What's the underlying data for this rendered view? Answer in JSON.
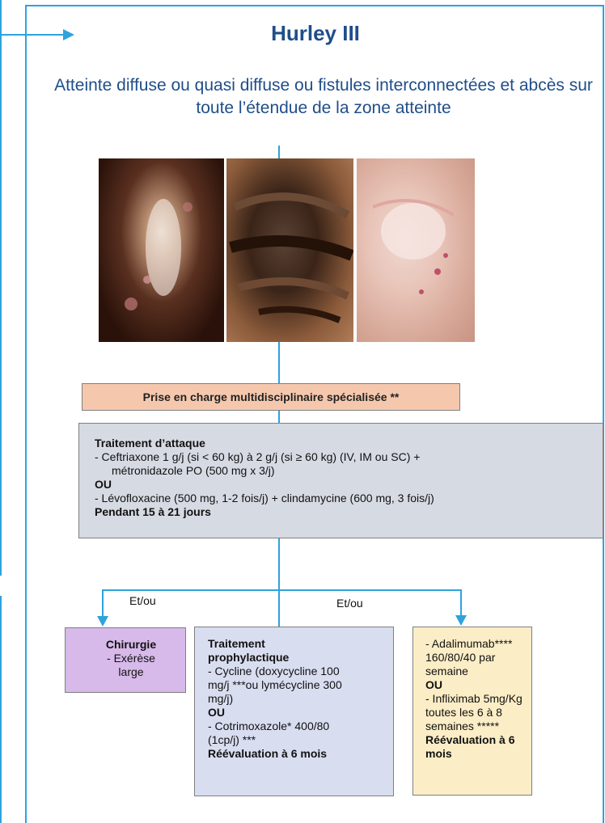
{
  "title": "Hurley III",
  "subtitle": "Atteinte diffuse ou quasi diffuse ou fistules interconnectées et abcès sur toute l’étendue de la zone atteinte",
  "colors": {
    "accent_line": "#2ea3dc",
    "title_text": "#1f4e8a",
    "care_box": "#f5c8ad",
    "attack_box": "#d6dae3",
    "surgery_box": "#d7b9ea",
    "prophylactic_box": "#d9ddf0",
    "biologic_box": "#fbedc6"
  },
  "care_box": {
    "text": "Prise en charge multidisciplinaire spécialisée **"
  },
  "attack_box": {
    "heading": "Traitement d’attaque",
    "line1": "- Ceftriaxone 1 g/j (si < 60 kg) à 2 g/j (si ≥ 60 kg) (IV, IM ou SC) +",
    "line2": "métronidazole PO (500 mg x 3/j)",
    "or": "OU",
    "line3": "- Lévofloxacine (500 mg, 1-2 fois/j) + clindamycine (600 mg, 3 fois/j)",
    "duration": "Pendant 15 à 21 jours"
  },
  "branch_labels": {
    "left": "Et/ou",
    "right": "Et/ou"
  },
  "surgery_box": {
    "heading": "Chirurgie",
    "line1": "- Exérèse",
    "line2": "large"
  },
  "prophylactic_box": {
    "heading1": "Traitement",
    "heading2": "prophylactique",
    "line1": "- Cycline (doxycycline 100",
    "line2": "mg/j ***ou lymécycline 300",
    "line3": "mg/j)",
    "or": "OU",
    "line4": "- Cotrimoxazole* 400/80",
    "line5": "(1cp/j) ***",
    "reeval": "Réévaluation à 6 mois"
  },
  "biologic_box": {
    "line1": "- Adalimumab****",
    "line2": "160/80/40 par",
    "line3": "semaine",
    "or": "OU",
    "line4": "- Infliximab 5mg/Kg",
    "line5": "toutes les 6 à 8",
    "line6": "semaines *****",
    "reeval1": "Réévaluation à 6",
    "reeval2": "mois"
  }
}
